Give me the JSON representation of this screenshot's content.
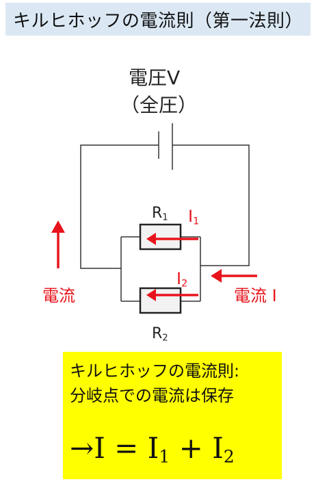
{
  "title": "キルヒホッフの電流則（第一法則）",
  "voltage": {
    "label": "電圧V",
    "sub": "（全圧）"
  },
  "resistors": {
    "r1": "R",
    "r1_sub": "1",
    "r2": "R",
    "r2_sub": "2"
  },
  "currents": {
    "i1": "I",
    "i1_sub": "1",
    "i2": "I",
    "i2_sub": "2",
    "left_label": "電流",
    "right_label": "電流 I"
  },
  "summary": {
    "line1": "キルヒホッフの電流則:",
    "line2": "分岐点での電流は保存",
    "formula": "→I = I",
    "formula_sub1": "1",
    "formula_plus": " + I",
    "formula_sub2": "2"
  },
  "colors": {
    "accent": "#e8141c",
    "title_bg": "#dbe8f4",
    "summary_bg": "#ffff00"
  }
}
